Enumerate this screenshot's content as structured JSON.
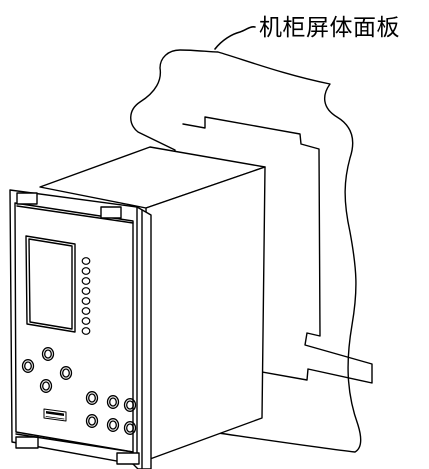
{
  "callout": {
    "label": "机柜屏体面板"
  },
  "device": {
    "led_indicator_count": 8,
    "button_count": 10
  },
  "colors": {
    "line": "#000000",
    "background": "#ffffff"
  }
}
